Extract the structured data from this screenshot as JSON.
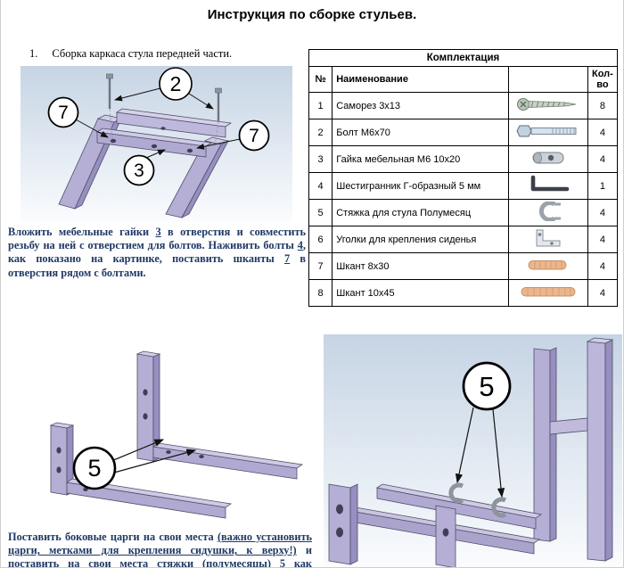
{
  "doc": {
    "title": "Инструкция по сборке стульев."
  },
  "step1": {
    "number": "1.",
    "heading": "Сборка каркаса стула передней части.",
    "callouts": [
      "2",
      "7",
      "3",
      "7"
    ],
    "text": {
      "p1": "Вложить мебельные гайки ",
      "ref1": "3",
      "p2": " в отверстия и совместить резьбу на ней с отверстием для болтов. Наживить болты ",
      "ref2": "4",
      "p3": ", как показано на картинке, поставить шканты ",
      "ref3": "7",
      "p4": " в отверстия рядом с болтами."
    }
  },
  "kit_table": {
    "title": "Комплектация",
    "col_num": "№",
    "col_name": "Наименование",
    "col_qty": "Кол-во",
    "rows": [
      {
        "num": "1",
        "name": "Саморез 3х13",
        "icon": "screw-icon",
        "qty": "8"
      },
      {
        "num": "2",
        "name": "Болт  М6х70",
        "icon": "bolt-icon",
        "qty": "4"
      },
      {
        "num": "3",
        "name": "Гайка мебельная М6 10х20",
        "icon": "barrel-nut-icon",
        "qty": "4"
      },
      {
        "num": "4",
        "name": "Шестигранник Г-образный 5 мм",
        "icon": "hex-key-icon",
        "qty": "1"
      },
      {
        "num": "5",
        "name": "Стяжка для стула Полумесяц",
        "icon": "half-moon-bracket-icon",
        "qty": "4"
      },
      {
        "num": "6",
        "name": "Уголки для крепления сиденья",
        "icon": "corner-bracket-icon",
        "qty": "4"
      },
      {
        "num": "7",
        "name": "Шкант 8х30",
        "icon": "dowel-icon",
        "qty": "4"
      },
      {
        "num": "8",
        "name": "Шкант 10х45",
        "icon": "dowel-icon",
        "qty": "4"
      }
    ]
  },
  "step2": {
    "callout": "5",
    "text": {
      "p1": "Поставить боковые царги на свои места ",
      "b1": "(важно установить царги, метками для крепления сидушки, к верху!)",
      "p2": " и поставить на свои места стяжки (полумесяцы) ",
      "ref1": "5",
      "p3": " как показано на картинке и подтянуть болты."
    }
  },
  "step3": {
    "callout": "5"
  }
}
